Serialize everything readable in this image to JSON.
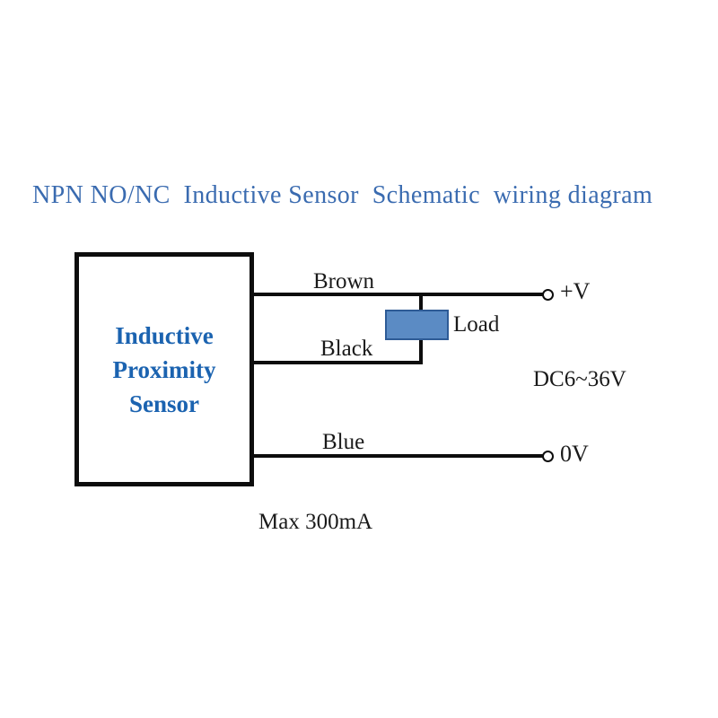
{
  "diagram": {
    "title": "NPN NO/NC  Inductive Sensor  Schematic  wiring diagram",
    "title_color": "#3a6bb0",
    "background_color": "#ffffff",
    "wire_color": "#0d0d0d",
    "sensor": {
      "label_line_1": "Inductive",
      "label_line_2": "Proximity",
      "label_line_3": "Sensor",
      "text_color": "#1b63b0",
      "border_color": "#0d0d0d",
      "fill_color": "#ffffff"
    },
    "wires": [
      {
        "name": "brown-wire",
        "label": "Brown",
        "from": "sensor",
        "to": "+V"
      },
      {
        "name": "black-wire",
        "label": "Black",
        "from": "sensor",
        "to": "load"
      },
      {
        "name": "blue-wire",
        "label": "Blue",
        "from": "sensor",
        "to": "0V"
      }
    ],
    "load": {
      "label": "Load",
      "fill_color": "#5b8bc4",
      "border_color": "#2e5b96"
    },
    "terminals": [
      {
        "name": "positive-terminal",
        "label": "+V"
      },
      {
        "name": "ground-terminal",
        "label": "0V"
      }
    ],
    "annotations": {
      "supply_voltage": "DC6~36V",
      "max_current": "Max 300mA"
    }
  }
}
